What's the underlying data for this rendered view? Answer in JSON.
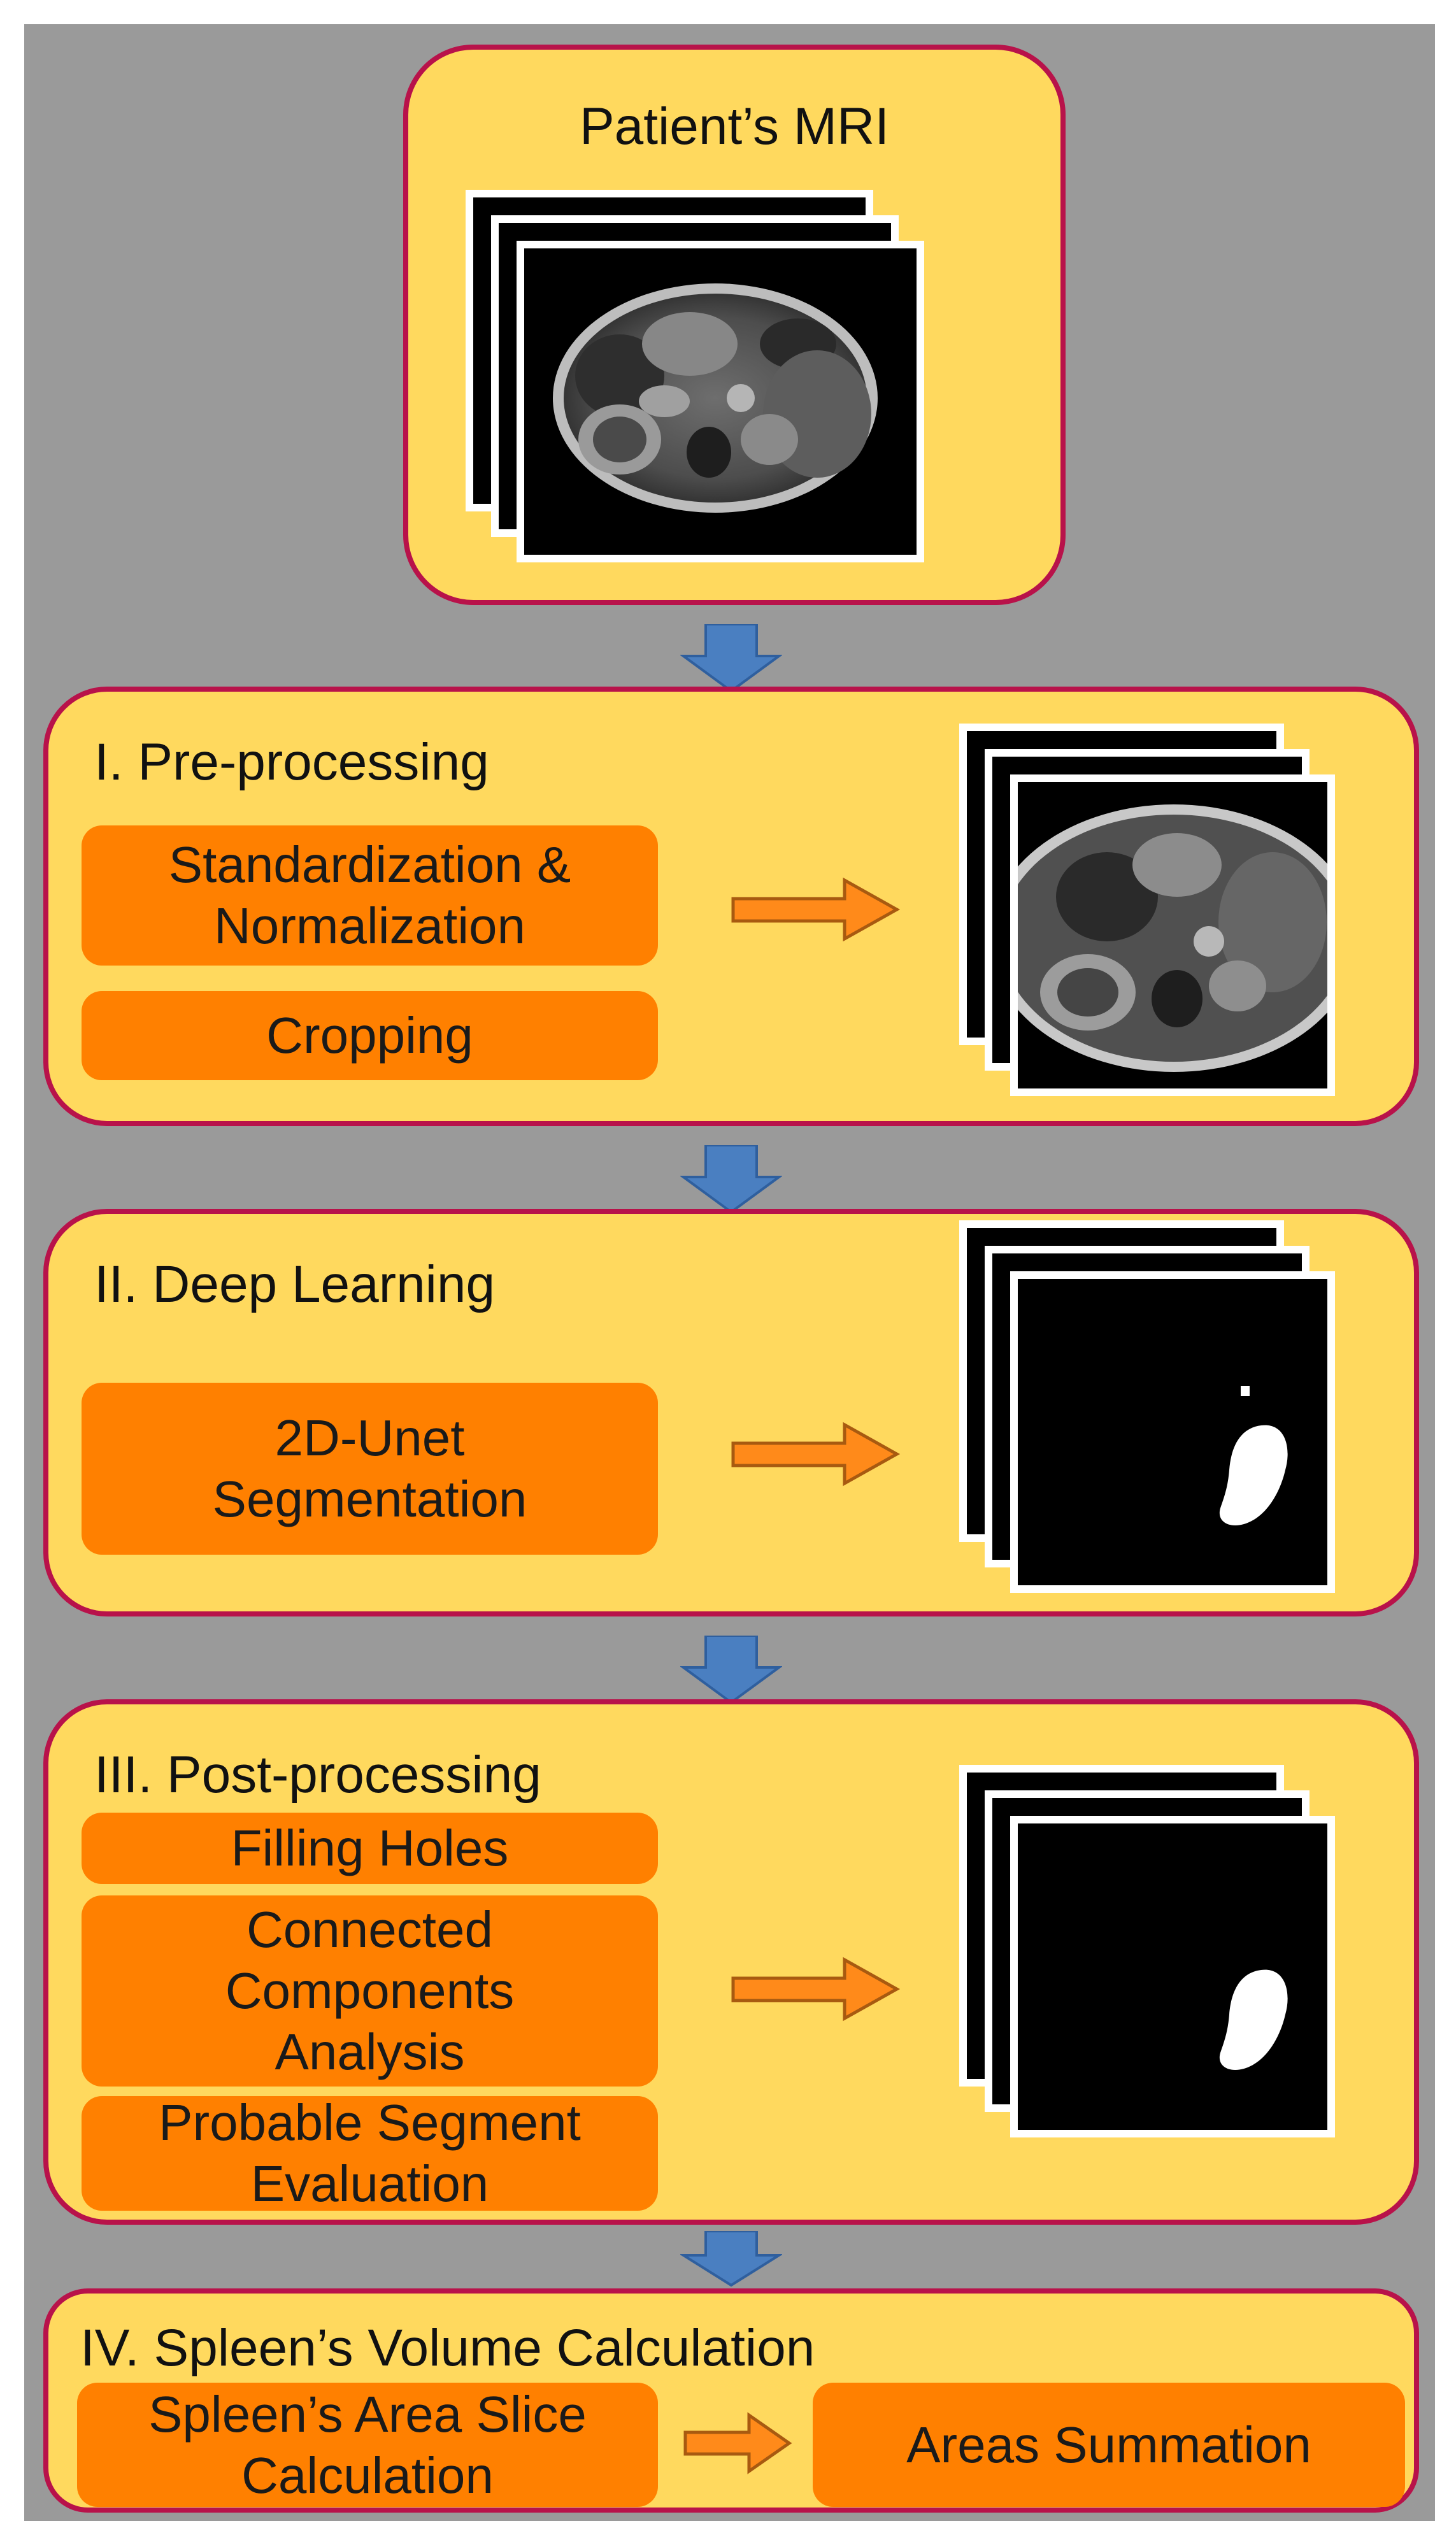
{
  "input": {
    "title": "Patient’s MRI"
  },
  "stages": [
    {
      "title": "I. Pre-processing",
      "steps": [
        {
          "lines": [
            "Standardization &",
            "Normalization"
          ]
        },
        {
          "lines": [
            "Cropping"
          ]
        }
      ]
    },
    {
      "title": "II. Deep Learning",
      "steps": [
        {
          "lines": [
            "2D-Unet",
            "Segmentation"
          ]
        }
      ]
    },
    {
      "title": "III. Post-processing",
      "steps": [
        {
          "lines": [
            "Filling Holes"
          ]
        },
        {
          "lines": [
            "Connected",
            "Components",
            "Analysis"
          ]
        },
        {
          "lines": [
            "Probable Segment",
            "Evaluation"
          ]
        }
      ]
    },
    {
      "title": "IV. Spleen’s Volume Calculation",
      "steps": [
        {
          "lines": [
            "Spleen’s Area Slice",
            "Calculation"
          ]
        },
        {
          "lines": [
            "Areas Summation"
          ]
        }
      ]
    }
  ],
  "colors": {
    "background": "#9a9a9a",
    "panel": "#ffd95e",
    "panel_border": "#b8124a",
    "step_box": "#ff8000",
    "flow_arrow": "#4a7fc1",
    "step_arrow": "#f08a24"
  }
}
